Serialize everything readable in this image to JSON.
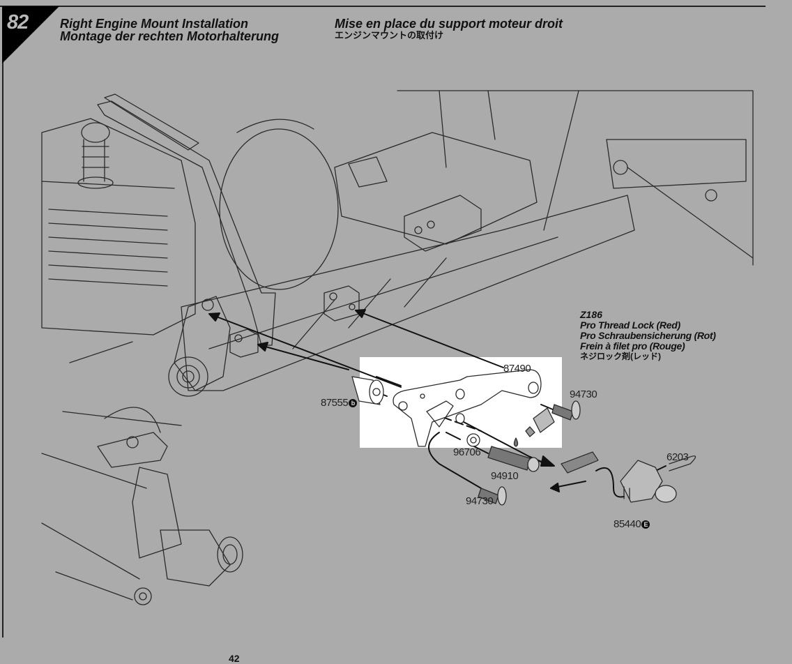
{
  "step": {
    "number": "82",
    "titles": {
      "en": "Right Engine Mount Installation",
      "de": "Montage der rechten Motorhalterung",
      "fr": "Mise en place du support moteur droit",
      "jp": "エンジンマウントの取付け"
    }
  },
  "note": {
    "code": "Z186",
    "en": "Pro Thread Lock (Red)",
    "de": "Pro Schraubensicherung (Rot)",
    "fr": "Frein à filet pro (Rouge)",
    "jp": "ネジロック剤(レッド)"
  },
  "parts": [
    {
      "id": "87490",
      "marker": ""
    },
    {
      "id": "94730",
      "marker": ""
    },
    {
      "id": "87555",
      "marker": "b"
    },
    {
      "id": "96706",
      "marker": ""
    },
    {
      "id": "94910",
      "marker": ""
    },
    {
      "id": "94730",
      "marker": ""
    },
    {
      "id": "6203",
      "marker": ""
    },
    {
      "id": "85440",
      "marker": "E"
    }
  ],
  "threadlock_bottle_label": "Z186",
  "page": {
    "number": "42"
  },
  "colors": {
    "background": "#ababab",
    "highlight": "#ffffff",
    "ink": "#111111",
    "badge": "#000000"
  }
}
